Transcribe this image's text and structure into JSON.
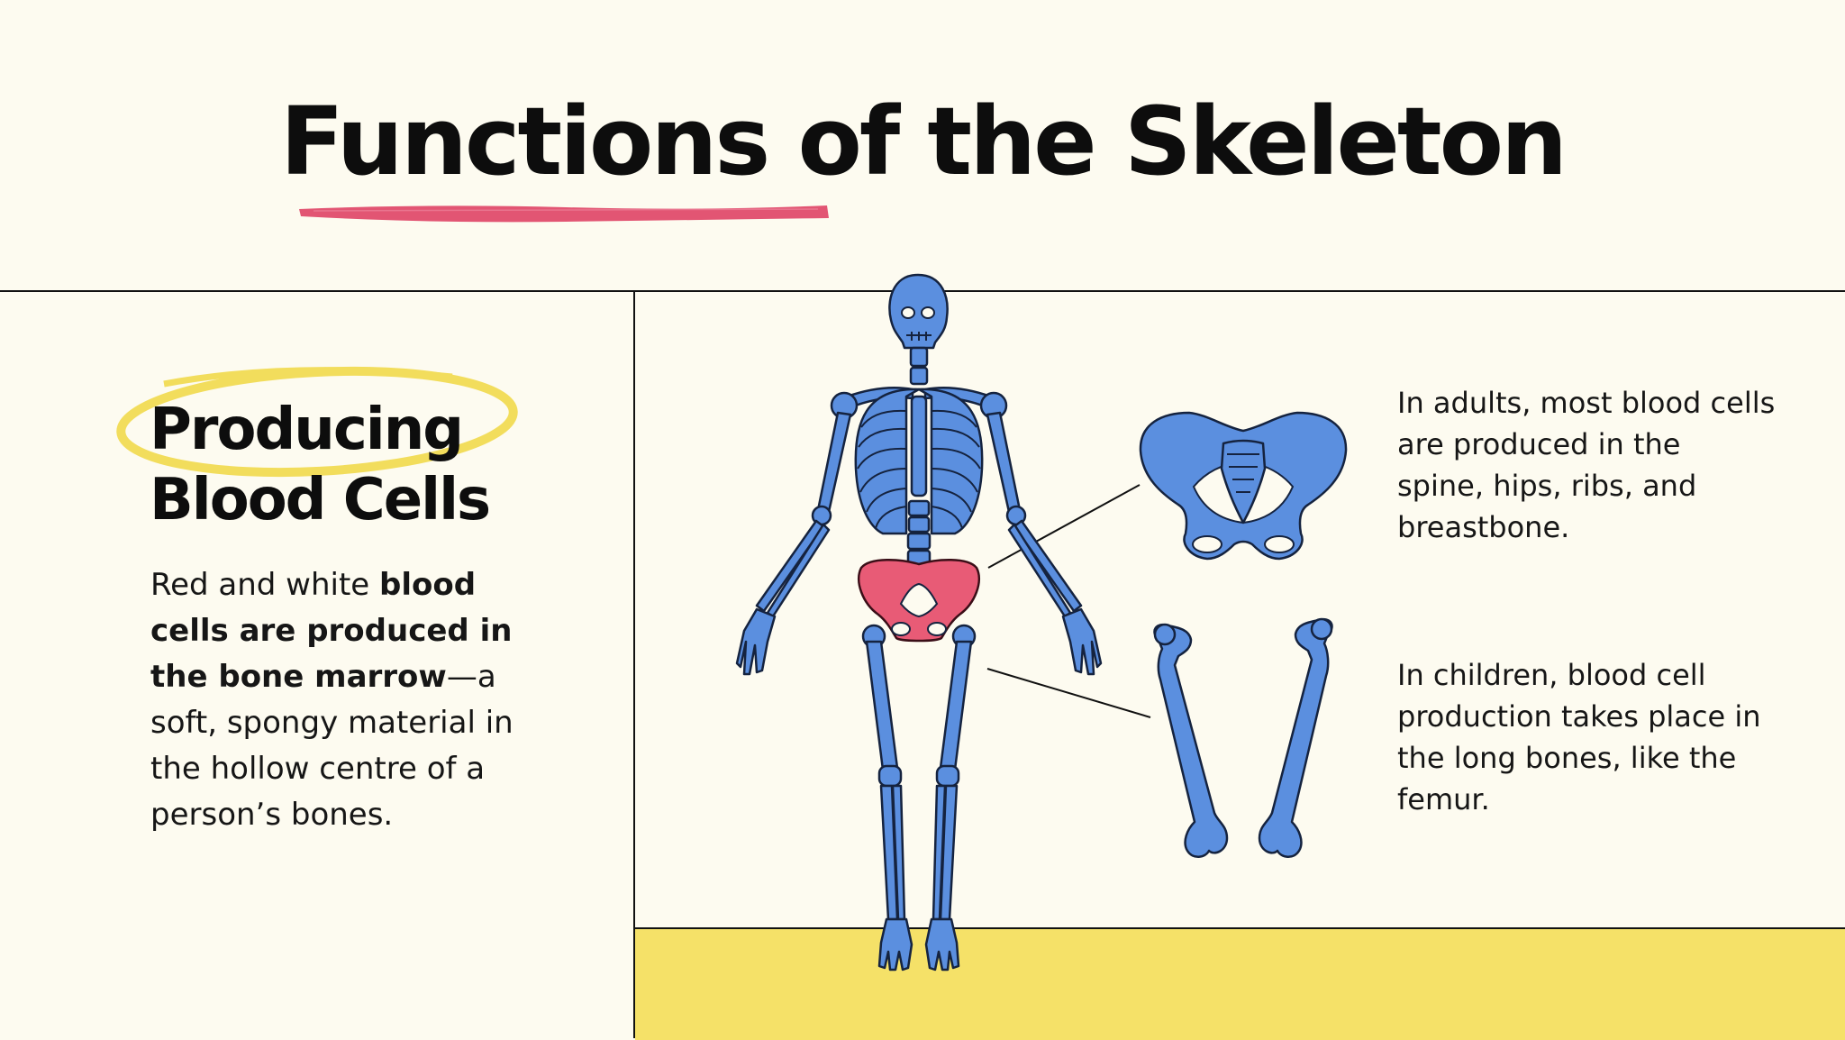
{
  "title": "Functions of the Skeleton",
  "section": {
    "heading_line1": "Producing",
    "heading_line2": "Blood Cells",
    "body_part1": "Red and white ",
    "body_bold": "blood cells are produced in the bone marrow",
    "body_part2": "—a soft, spongy material in the hollow centre of a person’s bones."
  },
  "callouts": {
    "adults": "In adults, most blood cells are produced in the spine, hips, ribs, and breastbone.",
    "children": "In children, blood cell production takes place in the long bones, like the femur."
  },
  "colors": {
    "background": "#fdfbf0",
    "bone_blue": "#5b8fdf",
    "pelvis_highlight": "#e85b76",
    "underline": "#e25573",
    "circle_highlight": "#f2dd5c",
    "band": "#f5e168"
  },
  "icons": {
    "skeleton": "human-skeleton-icon",
    "pelvis": "pelvis-icon",
    "femurs": "femur-bones-icon"
  }
}
